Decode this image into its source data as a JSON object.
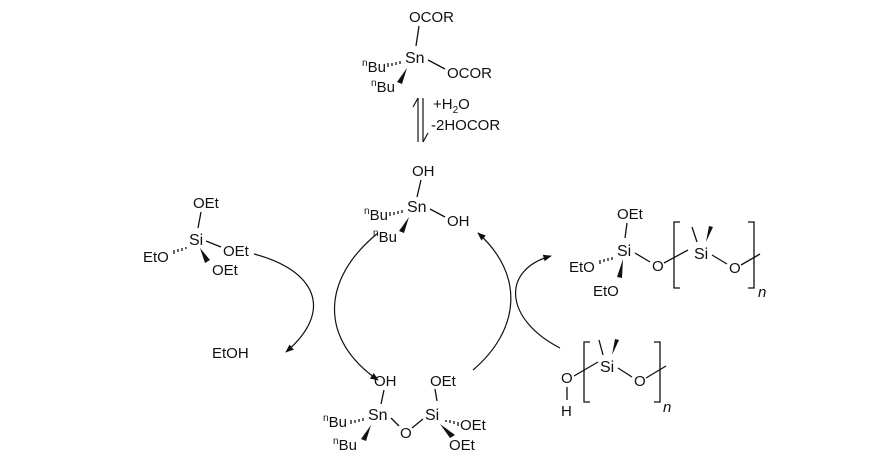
{
  "colors": {
    "tin": "#1f3f9a",
    "silicon": "#d8202a",
    "ink": "#111111"
  },
  "labels": {
    "ocor": "OCOR",
    "sn": "Sn",
    "si": "Si",
    "bu_sup": "n",
    "bu": "Bu",
    "oh": "OH",
    "oet": "OEt",
    "eto": "EtO",
    "eto_left": "EtO",
    "o": "O",
    "h": "H",
    "n_sub": "n",
    "etoh": "EtOH",
    "water_plus": "+H",
    "water_sub": "2",
    "water_o": "O",
    "hocor": "-2HOCOR"
  }
}
